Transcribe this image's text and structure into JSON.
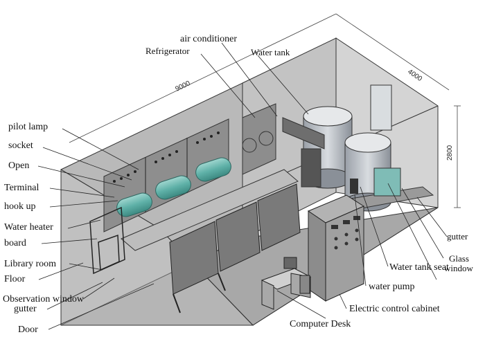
{
  "dimensions": {
    "length": "9000",
    "width": "4000",
    "height": "2800"
  },
  "labels": {
    "air_conditioner": "air conditioner",
    "refrigerator": "Refrigerator",
    "water_tank": "Water tank",
    "pilot_lamp": "pilot lamp",
    "socket": "socket",
    "open": "Open",
    "terminal": "Terminal",
    "hook_up": "hook up",
    "water_heater": "Water heater",
    "board": "board",
    "library_room": "Library room",
    "floor": "Floor",
    "observation_window": "Observation window",
    "gutter_left": "gutter",
    "door": "Door",
    "gutter_right": "gutter",
    "water_tank_seat": "Water tank seat",
    "glass": "Glass",
    "window": "window",
    "water_pump": "water pump",
    "electric_control_cabinet": "Electric control cabinet",
    "computer_desk": "Computer Desk"
  }
}
